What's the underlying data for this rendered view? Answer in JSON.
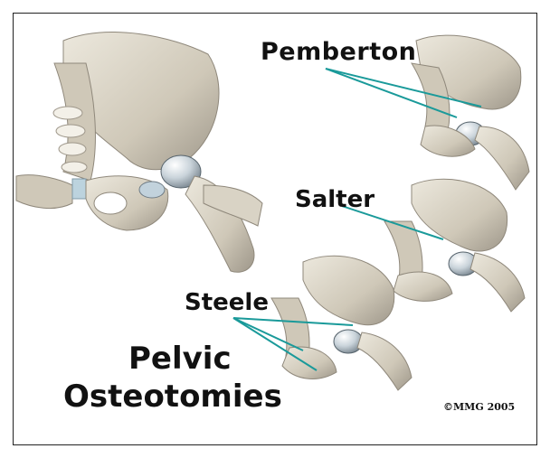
{
  "labels": {
    "pemberton": "Pemberton",
    "salter": "Salter",
    "steele": "Steele"
  },
  "title": {
    "line1": "Pelvic",
    "line2": "Osteotomies"
  },
  "copyright": "©MMG 2005",
  "colors": {
    "bone": "#d8d2c3",
    "bone_shadow": "#9e978a",
    "cartilage": "#a9c4d6",
    "pointer": "#1a9a9a"
  }
}
